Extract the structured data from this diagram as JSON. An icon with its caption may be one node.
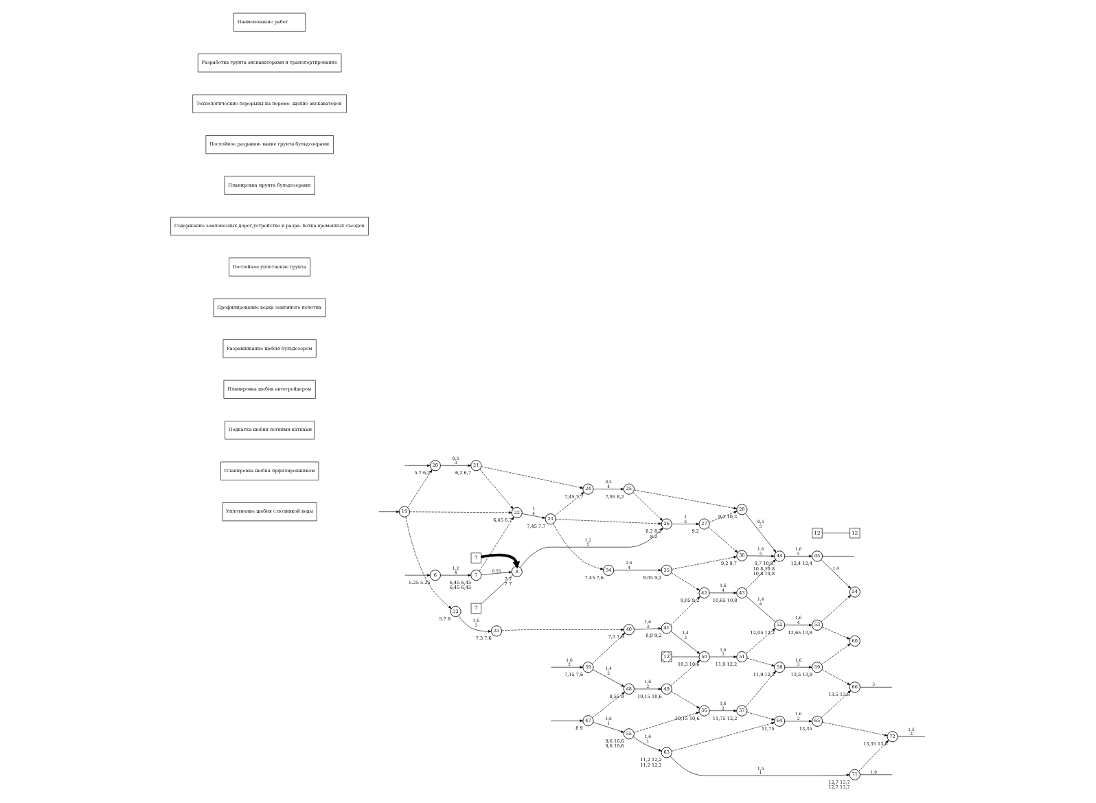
{
  "diagram": {
    "nodes": [
      {
        "text": [
          "Наименование работ"
        ]
      },
      {
        "text": [
          "Разработка грунта экскаваторами и транспортирование"
        ]
      },
      {
        "text": [
          "Технологические перерывы на переме- щение экскаваторов"
        ]
      },
      {
        "text": [
          "Послойное разравни- вание грунта бульдозерами"
        ]
      },
      {
        "text": [
          "Планировка нрунта бульдозерами"
        ]
      },
      {
        "text": [
          "Содержание землевозных дорог,устройство и разра- ботка временных съездов"
        ]
      },
      {
        "text": [
          "Послойное уплотнение грунта"
        ]
      },
      {
        "text": [
          "Профилирование верха земляного полотна"
        ]
      },
      {
        "text": [
          "Разравнивание шебня бульдозером"
        ]
      },
      {
        "text": [
          "Планировка шебня автогрейдером"
        ]
      },
      {
        "text": [
          "Подкатка шебня легкими катками"
        ]
      },
      {
        "text": [
          "Планировка шебня прфилировшиком"
        ]
      },
      {
        "text": [
          "Уплотнение шебня с поливкой воды"
        ]
      },
      {
        "text": [
          "7"
        ]
      },
      {
        "text": [
          "6"
        ],
        "beside": [
          "5.25",
          "5.25"
        ]
      },
      {
        "text": [
          "7"
        ],
        "beside": [
          "6,45",
          "6,45",
          "6,45",
          "6,45"
        ]
      },
      {
        "text": [
          "8"
        ],
        "beside": [
          "7",
          "7",
          "7",
          "7"
        ]
      },
      {
        "text": [
          "19"
        ]
      },
      {
        "text": [
          "22"
        ],
        "beside": [
          "6,45",
          "6.7"
        ]
      },
      {
        "text": [
          "23"
        ],
        "beside": [
          "7,45",
          "7.7"
        ]
      },
      {
        "text": [
          "26"
        ],
        "beside": [
          "8.2",
          "8,2",
          "8.2"
        ]
      },
      {
        "text": [
          "27"
        ],
        "beside": [
          "9.2"
        ]
      },
      {
        "text": [
          "32"
        ],
        "beside": [
          "5.7",
          "6"
        ]
      },
      {
        "text": [
          "33"
        ],
        "beside": [
          "7,3",
          "7,6"
        ]
      },
      {
        "text": [
          "34"
        ],
        "beside": [
          "7.45",
          "7,6"
        ]
      },
      {
        "text": [
          "35"
        ],
        "beside": [
          "9.05",
          "9,2"
        ]
      },
      {
        "text": [
          "36"
        ],
        "beside": [
          "9,2",
          "9,7"
        ]
      },
      {
        "text": [
          "20"
        ],
        "beside": [
          "5.7",
          "6,2"
        ]
      },
      {
        "text": [
          "21"
        ],
        "beside": [
          "6,2",
          "6,7"
        ]
      },
      {
        "text": [
          "24"
        ],
        "beside": [
          "7,45",
          "7,7"
        ]
      },
      {
        "text": [
          "25"
        ],
        "beside": [
          "7,95",
          "8,2"
        ]
      },
      {
        "text": [
          "28"
        ],
        "beside": [
          "9,2",
          "10,3"
        ]
      },
      {
        "text": [
          "12"
        ]
      },
      {
        "text": [
          "39"
        ],
        "beside": [
          "7,15",
          "7,6"
        ]
      },
      {
        "text": [
          "40"
        ],
        "beside": [
          "7,3",
          "7,6"
        ]
      },
      {
        "text": [
          "41"
        ],
        "beside": [
          "8,9",
          "9,2"
        ]
      },
      {
        "text": [
          "42"
        ],
        "beside": [
          "9,05",
          "9,2"
        ]
      },
      {
        "text": [
          "43"
        ],
        "beside": [
          "10,65",
          "10,8"
        ]
      },
      {
        "text": [
          "44"
        ],
        "beside": [
          "9,7",
          "10,8",
          "10.8",
          "10.8",
          "10,8",
          "10,8"
        ]
      },
      {
        "text": [
          "45"
        ],
        "beside": [
          "12,4",
          "12,4"
        ]
      },
      {
        "text": [
          "7"
        ]
      },
      {
        "text": [
          "47"
        ],
        "beside": [
          "8",
          "9"
        ]
      },
      {
        "text": [
          "48"
        ],
        "beside": [
          "8,55",
          "9"
        ]
      },
      {
        "text": [
          "49"
        ],
        "beside": [
          "10,15",
          "10,6"
        ]
      },
      {
        "text": [
          "50"
        ],
        "beside": [
          "10,3",
          "10,6"
        ]
      },
      {
        "text": [
          "51"
        ],
        "beside": [
          "11,9",
          "12,2"
        ]
      },
      {
        "text": [
          "52"
        ],
        "beside": [
          "12,05",
          "12,2"
        ]
      },
      {
        "text": [
          "53"
        ],
        "beside": [
          "13,65",
          "13,8"
        ]
      },
      {
        "text": [
          "54"
        ]
      },
      {
        "text": [
          "55"
        ],
        "beside": [
          "9,6",
          "10,6",
          "9,6",
          "10,6"
        ]
      },
      {
        "text": [
          "56"
        ],
        "beside": [
          "10,15",
          "10,6"
        ]
      },
      {
        "text": [
          "57"
        ],
        "beside": [
          "11,75",
          "12,2"
        ]
      },
      {
        "text": [
          "58"
        ],
        "beside": [
          "11,9",
          "12,2"
        ]
      },
      {
        "text": [
          "59"
        ],
        "beside": [
          "13,5",
          "13,8"
        ]
      },
      {
        "text": [
          "60"
        ]
      },
      {
        "text": [
          "63"
        ],
        "beside": [
          "11,2",
          "12,2",
          "11,2",
          "12,2"
        ]
      },
      {
        "text": [
          "64"
        ],
        "beside": [
          "11,75"
        ]
      },
      {
        "text": [
          "65"
        ],
        "beside": [
          "13,35"
        ]
      },
      {
        "text": [
          "66"
        ],
        "beside": [
          "13.5",
          "13.8"
        ]
      },
      {
        "text": [
          "71"
        ],
        "beside": [
          "12,7",
          "13,7",
          "12,7",
          "13,7"
        ]
      },
      {
        "text": [
          "72"
        ],
        "beside": [
          "13,35",
          "13,8"
        ]
      },
      {
        "text": [
          "12"
        ]
      },
      {
        "text": [
          "12"
        ]
      }
    ],
    "edges": [
      {
        "from": null,
        "to": 14,
        "arrow": "to"
      },
      {
        "from": 14,
        "to": 15,
        "arrow": "to",
        "label": "1,2 4"
      },
      {
        "from": 15,
        "to": 16,
        "arrow": "to",
        "label": "0.55"
      },
      {
        "from": 13,
        "to": 16,
        "arrow": "none"
      },
      {
        "from": 40,
        "to": 16,
        "arrow": "to",
        "style": "thick"
      },
      {
        "from": 15,
        "to": 18,
        "arrow": "to",
        "style": "dashed"
      },
      {
        "from": 16,
        "to": 20,
        "arrow": "to",
        "label": "1.2 5"
      },
      {
        "from": null,
        "to": 17,
        "arrow": "to"
      },
      {
        "from": 17,
        "to": 18,
        "arrow": "to",
        "style": "dashed"
      },
      {
        "from": 17,
        "to": 22,
        "arrow": "to",
        "style": "dashed"
      },
      {
        "from": 17,
        "to": 27,
        "arrow": "to",
        "style": "dashed"
      },
      {
        "from": 18,
        "to": 19,
        "arrow": "to",
        "label": "1 4"
      },
      {
        "from": 28,
        "to": 18,
        "arrow": "to",
        "style": "dashed"
      },
      {
        "from": 19,
        "to": 20,
        "arrow": "to",
        "style": "dashed"
      },
      {
        "from": 19,
        "to": 24,
        "arrow": "to",
        "style": "dashed"
      },
      {
        "from": 19,
        "to": 29,
        "arrow": "to",
        "style": "dashed"
      },
      {
        "from": 20,
        "to": 21,
        "arrow": "to",
        "label": "1 5"
      },
      {
        "from": 30,
        "to": 20,
        "arrow": "to",
        "style": "dashed"
      },
      {
        "from": 21,
        "to": 26,
        "arrow": "to",
        "style": "dashed"
      },
      {
        "from": 21,
        "to": 31,
        "arrow": "to",
        "style": "dashed"
      },
      {
        "from": 22,
        "to": 23,
        "arrow": "to",
        "label": "1,6 3"
      },
      {
        "from": 23,
        "to": 34,
        "arrow": "to",
        "style": "dashed"
      },
      {
        "from": 24,
        "to": 25,
        "arrow": "to",
        "label": "1.6 4"
      },
      {
        "from": 25,
        "to": 26,
        "arrow": "to",
        "style": "dashed"
      },
      {
        "from": 25,
        "to": 36,
        "arrow": "to",
        "style": "dashed"
      },
      {
        "from": 26,
        "to": 38,
        "arrow": "to",
        "label": "1.6 5"
      },
      {
        "from": null,
        "to": 27,
        "arrow": "to"
      },
      {
        "from": 27,
        "to": 28,
        "arrow": "to",
        "label": "0,5 3"
      },
      {
        "from": 28,
        "to": 29,
        "arrow": "to",
        "style": "dashed"
      },
      {
        "from": 29,
        "to": 30,
        "arrow": "to",
        "label": "0,5 4"
      },
      {
        "from": 30,
        "to": 31,
        "arrow": "to",
        "style": "dashed"
      },
      {
        "from": 31,
        "to": 38,
        "arrow": "to",
        "label": "0,5 5"
      },
      {
        "from": 32,
        "to": 62,
        "arrow": "none"
      },
      {
        "from": null,
        "to": 33,
        "arrow": "to",
        "label": "1.6 2"
      },
      {
        "from": 33,
        "to": 34,
        "arrow": "to",
        "style": "dashed"
      },
      {
        "from": 33,
        "to": 42,
        "arrow": "to",
        "label": "1,4 2"
      },
      {
        "from": 34,
        "to": 35,
        "arrow": "to",
        "label": "1,6 3"
      },
      {
        "from": 35,
        "to": 36,
        "arrow": "to",
        "style": "dashed"
      },
      {
        "from": 35,
        "to": 44,
        "arrow": "to",
        "label": "1,4 3"
      },
      {
        "from": 36,
        "to": 37,
        "arrow": "to",
        "label": "1,6 4"
      },
      {
        "from": 37,
        "to": 38,
        "arrow": "to",
        "style": "dashed"
      },
      {
        "from": 37,
        "to": 46,
        "arrow": "none",
        "label": "1,4 4"
      },
      {
        "from": 38,
        "to": 39,
        "arrow": "to",
        "label": "1,6 5"
      },
      {
        "from": 39,
        "to": 48,
        "arrow": "to",
        "label": "1,4"
      },
      {
        "from": 39,
        "to": null,
        "arrow": "none"
      },
      {
        "from": null,
        "to": 41,
        "arrow": "to"
      },
      {
        "from": 41,
        "to": 42,
        "arrow": "to",
        "style": "dashed"
      },
      {
        "from": 41,
        "to": 49,
        "arrow": "to",
        "label": "1,6 1"
      },
      {
        "from": 42,
        "to": 43,
        "arrow": "to",
        "label": "1,6 2"
      },
      {
        "from": 43,
        "to": 44,
        "arrow": "to",
        "style": "dashed"
      },
      {
        "from": 43,
        "to": 50,
        "arrow": "to",
        "style": "dashed"
      },
      {
        "from": 44,
        "to": 45,
        "arrow": "to",
        "label": "1,6 3"
      },
      {
        "from": 45,
        "to": 46,
        "arrow": "to",
        "style": "dashed"
      },
      {
        "from": 45,
        "to": 52,
        "arrow": "to",
        "style": "dashed"
      },
      {
        "from": 46,
        "to": 47,
        "arrow": "to",
        "label": "1,6 4"
      },
      {
        "from": 47,
        "to": 48,
        "arrow": "to",
        "style": "dashed"
      },
      {
        "from": 47,
        "to": 54,
        "arrow": "to",
        "style": "dashed"
      },
      {
        "from": 49,
        "to": 50,
        "arrow": "to",
        "style": "dashed"
      },
      {
        "from": 49,
        "to": 55,
        "arrow": "to",
        "label": "1,6 1"
      },
      {
        "from": 50,
        "to": 51,
        "arrow": "to",
        "label": "1,6 2"
      },
      {
        "from": 51,
        "to": 52,
        "arrow": "to",
        "style": "dashed"
      },
      {
        "from": 51,
        "to": 56,
        "arrow": "to",
        "style": "dashed"
      },
      {
        "from": 52,
        "to": 53,
        "arrow": "to",
        "label": "1.6 3"
      },
      {
        "from": 53,
        "to": 54,
        "arrow": "to",
        "style": "dashed"
      },
      {
        "from": 53,
        "to": 58,
        "arrow": "to",
        "style": "dashed"
      },
      {
        "from": 55,
        "to": 56,
        "arrow": "to",
        "style": "dashed"
      },
      {
        "from": 55,
        "to": 59,
        "arrow": "to",
        "label": "1,5 1"
      },
      {
        "from": 56,
        "to": 57,
        "arrow": "to",
        "label": "1.6 2"
      },
      {
        "from": 57,
        "to": 58,
        "arrow": "to",
        "style": "dashed"
      },
      {
        "from": 57,
        "to": 60,
        "arrow": "to",
        "style": "dashed"
      },
      {
        "from": 58,
        "to": null,
        "arrow": "none",
        "label": "3"
      },
      {
        "from": 59,
        "to": 60,
        "arrow": "to",
        "style": "dashed"
      },
      {
        "from": 59,
        "to": null,
        "arrow": "none",
        "label": "1,6"
      },
      {
        "from": 60,
        "to": null,
        "arrow": "none",
        "label": "1,5 2"
      },
      {
        "from": 61,
        "to": 44,
        "arrow": "none"
      }
    ]
  }
}
